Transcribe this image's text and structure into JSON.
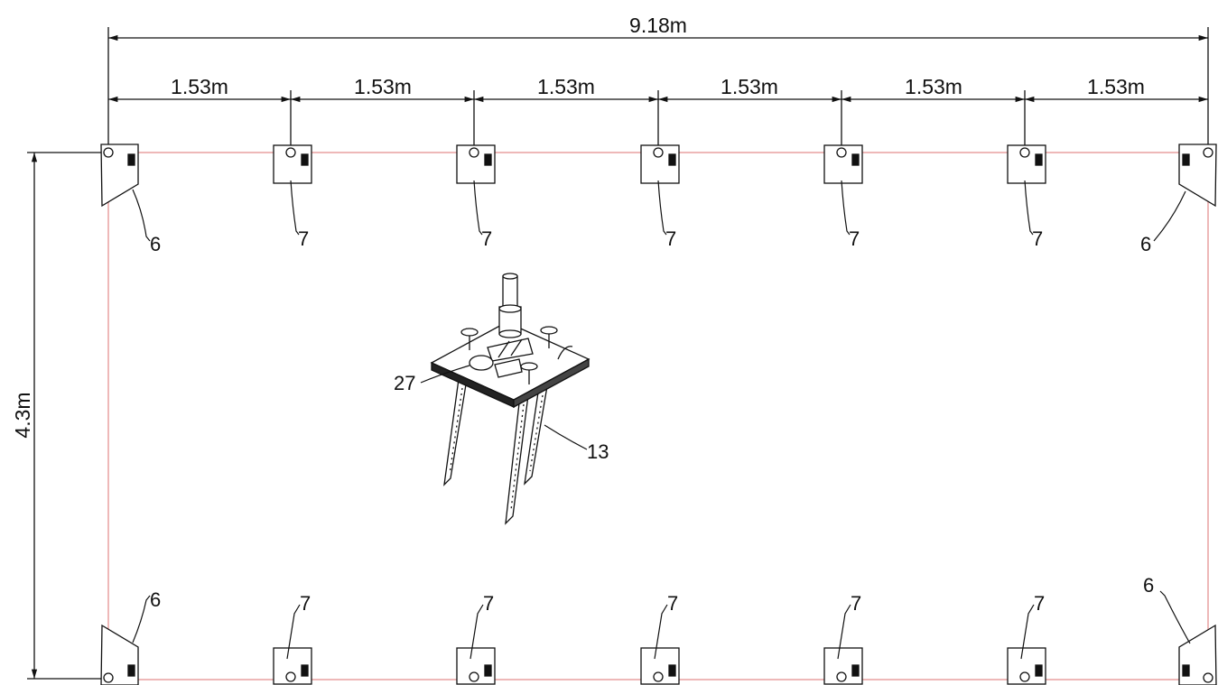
{
  "dimensions": {
    "total_width": "9.18m",
    "height": "4.3m",
    "spacing": [
      "1.53m",
      "1.53m",
      "1.53m",
      "1.53m",
      "1.53m",
      "1.53m"
    ]
  },
  "callouts": {
    "corner": "6",
    "middle": "7",
    "plate": "27",
    "stake": "13"
  },
  "colors": {
    "perimeter": "#e8a0a0",
    "ink": "#111111"
  }
}
